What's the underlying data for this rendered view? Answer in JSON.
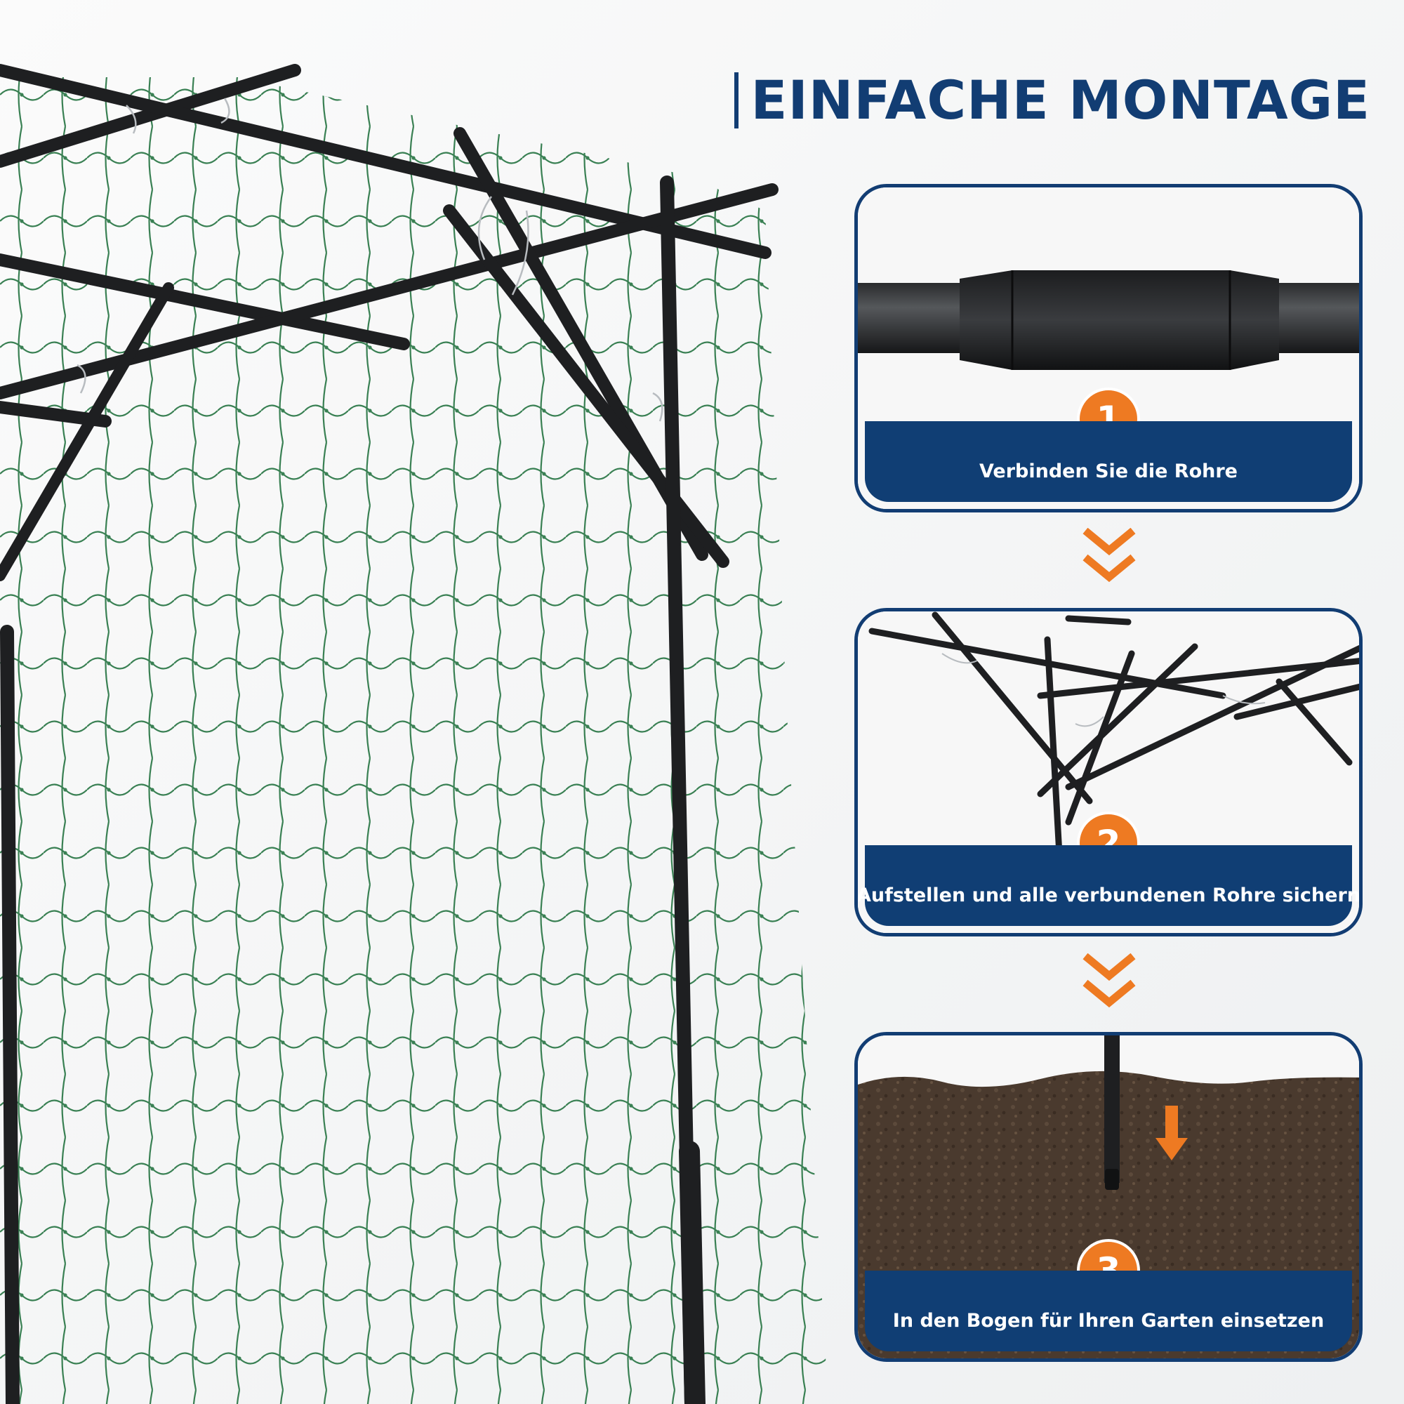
{
  "header": {
    "title": "EINFACHE MONTAGE"
  },
  "steps": [
    {
      "number": "1",
      "caption": "Verbinden Sie die Rohre"
    },
    {
      "number": "2",
      "caption": "Aufstellen und alle verbundenen Rohre sichern"
    },
    {
      "number": "3",
      "caption": "In den Bogen für Ihren Garten einsetzen"
    }
  ],
  "colors": {
    "brand_blue": "#123d73",
    "accent_orange": "#ee7a22",
    "net_green": "#2f7a4a",
    "frame_black": "#1e1f21",
    "soil_brown": "#4a3a2e"
  }
}
